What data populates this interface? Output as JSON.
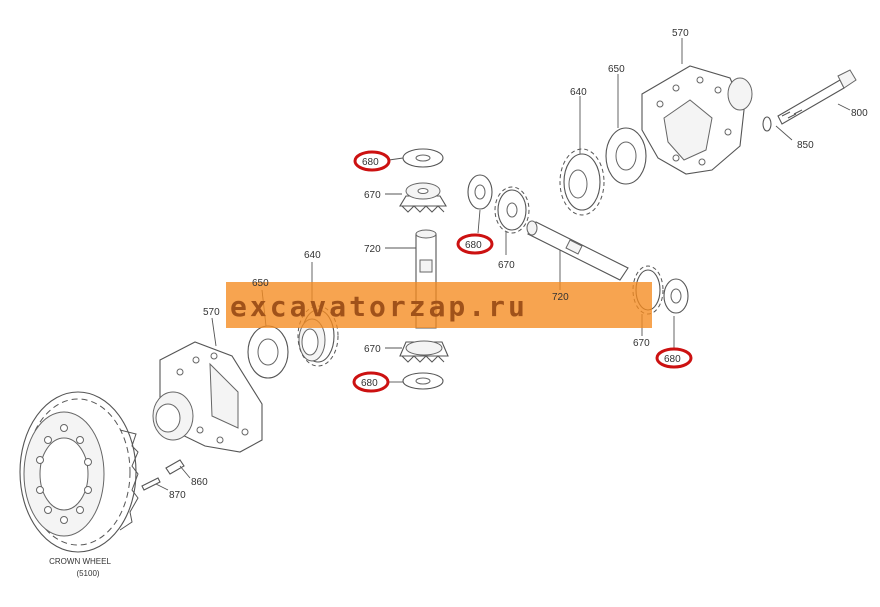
{
  "diagram": {
    "labels": {
      "housing_right": "570",
      "housing_left": "570",
      "thrust_washer_right": "650",
      "thrust_washer_left": "650",
      "side_gear_right": "640",
      "side_gear_left": "640",
      "pinion_top": "670",
      "pinion_upper_mid": "670",
      "pinion_lower": "670",
      "pinion_right": "670",
      "spider_shaft_long": "720",
      "spider_shaft_cross": "720",
      "bolt": "800",
      "washer": "850",
      "pin_large": "860",
      "pin_small": "870",
      "washer_top": "680",
      "washer_mid": "680",
      "washer_bottom": "680",
      "washer_right": "680"
    },
    "crown_wheel": {
      "name": "CROWN WHEEL",
      "code": "(5100)"
    },
    "watermark": "excavatorzap.ru",
    "highlight_color": "#cc1111",
    "watermark_color": "#f58a1f"
  }
}
